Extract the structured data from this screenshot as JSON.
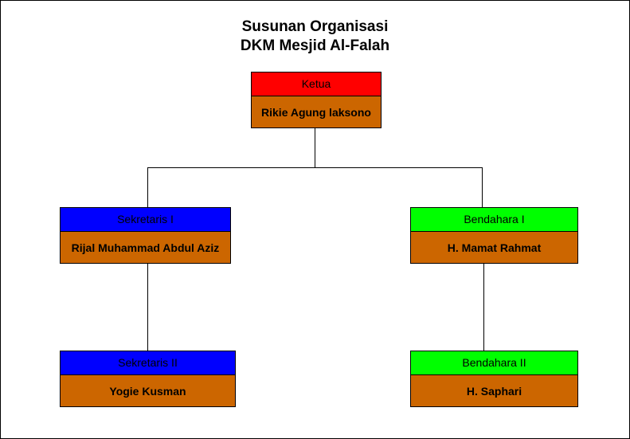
{
  "diagram": {
    "title_line1": "Susunan Organisasi",
    "title_line2": "DKM Mesjid Al-Falah",
    "nodes": {
      "ketua": {
        "role": "Ketua",
        "name": "Rikie Agung laksono",
        "color": "#ff0000"
      },
      "sekretaris1": {
        "role": "Sekretaris I",
        "name": "Rijal Muhammad Abdul Aziz",
        "color": "#0000ff"
      },
      "bendahara1": {
        "role": "Bendahara I",
        "name": "H. Mamat Rahmat",
        "color": "#00ff00"
      },
      "sekretaris2": {
        "role": "Sekretaris II",
        "name": "Yogie Kusman",
        "color": "#0000ff"
      },
      "bendahara2": {
        "role": "Bendahara II",
        "name": "H. Saphari",
        "color": "#00ff00"
      }
    },
    "name_fill_color": "#cc6600"
  }
}
